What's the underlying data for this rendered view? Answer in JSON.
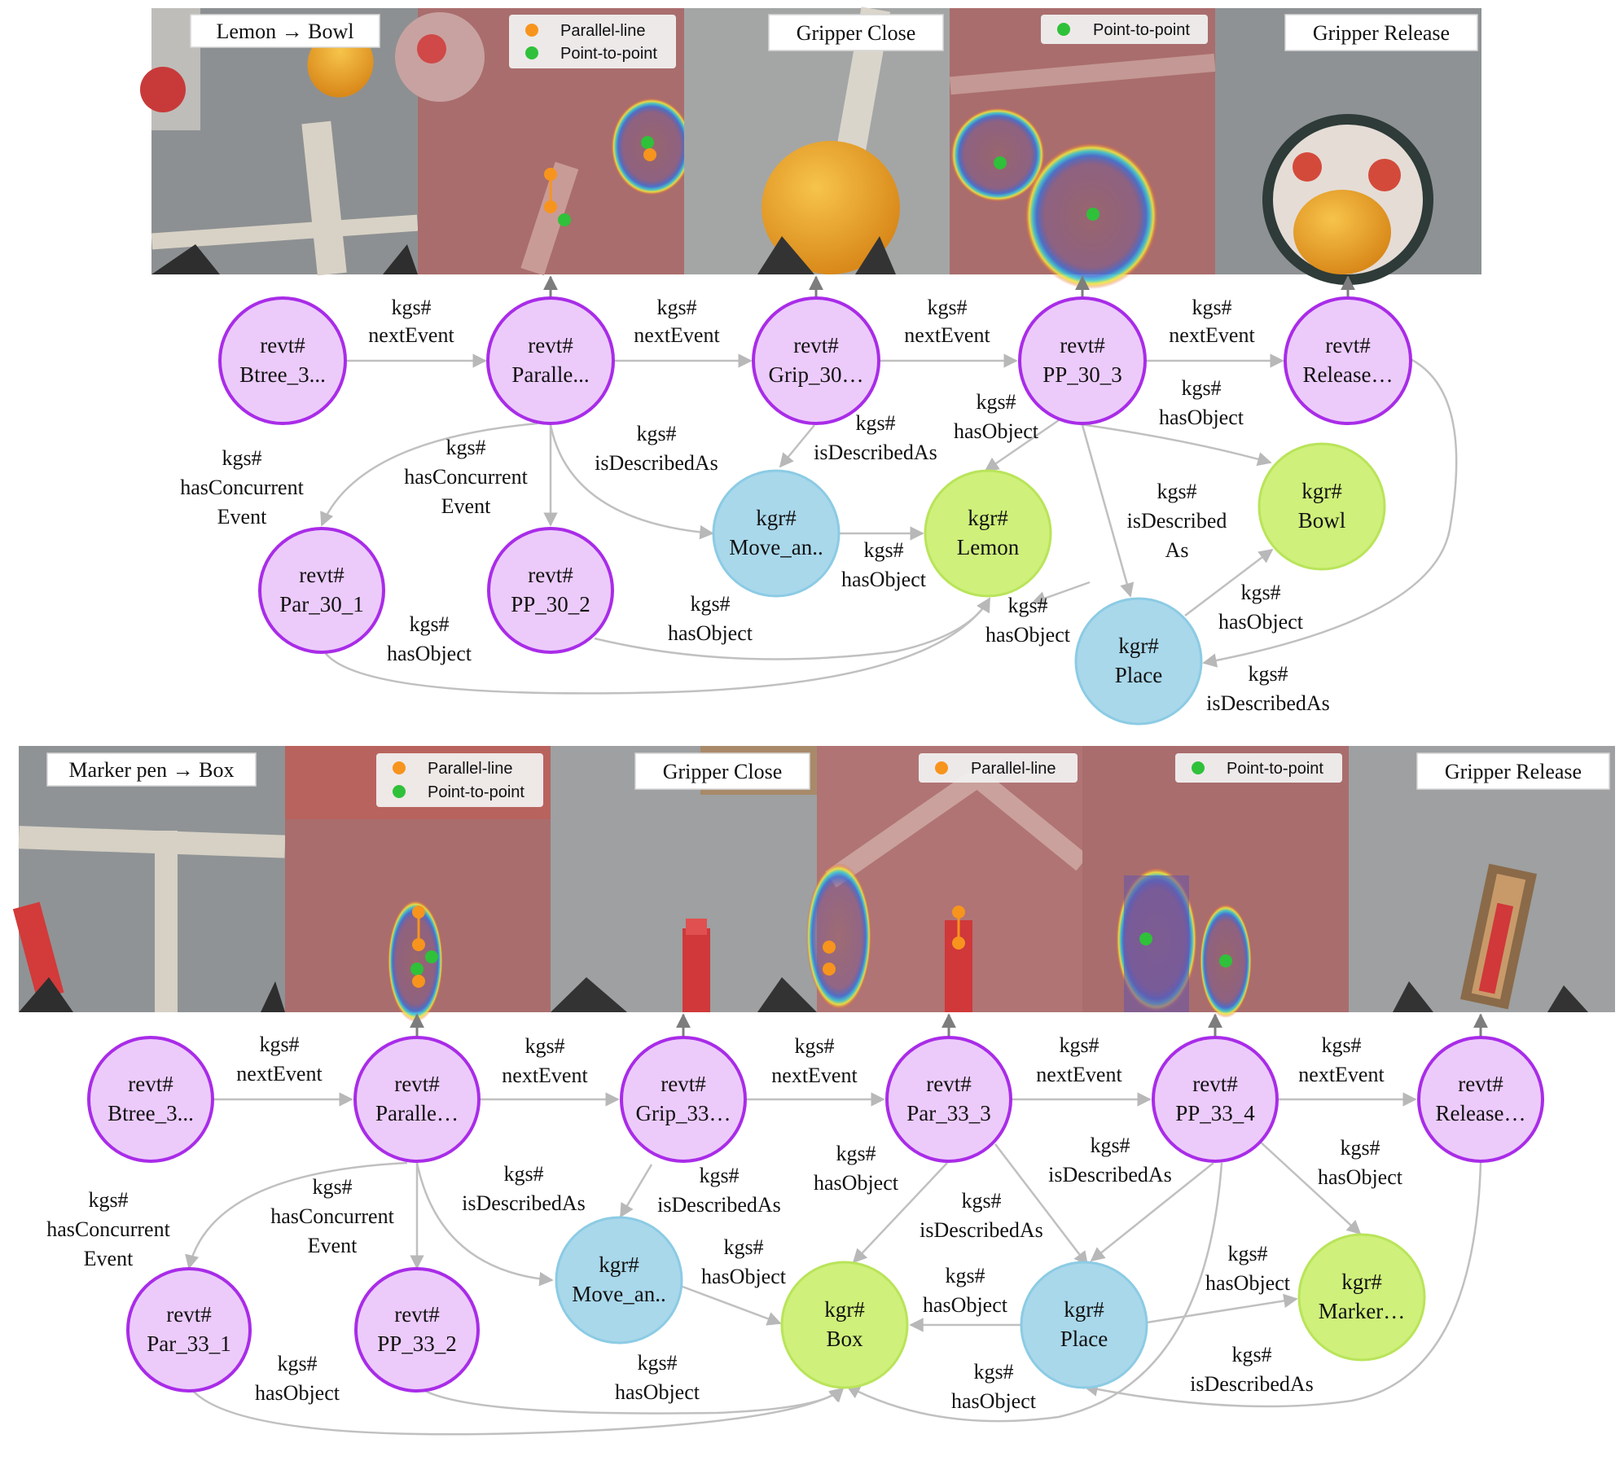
{
  "colors": {
    "event_node": "#eccbfb",
    "action_node": "#a9d8eb",
    "object_node": "#cff07a",
    "parallel_line_marker": "#f7941d",
    "point_to_point_marker": "#2fc13a",
    "edge": "#c0c0c0"
  },
  "top": {
    "panels": [
      {
        "tag": "Lemon → Bowl"
      },
      {
        "legend": [
          "Parallel-line",
          "Point-to-point"
        ]
      },
      {
        "tag": "Gripper Close"
      },
      {
        "legend": [
          "Point-to-point"
        ]
      },
      {
        "tag": "Gripper Release"
      }
    ],
    "nodes": {
      "btree": [
        "revt#",
        "Btree_3..."
      ],
      "parallel": [
        "revt#",
        "Paralle..."
      ],
      "grip": [
        "revt#",
        "Grip_30…"
      ],
      "pp3": [
        "revt#",
        "PP_30_3"
      ],
      "release": [
        "revt#",
        "Release…"
      ],
      "par1": [
        "revt#",
        "Par_30_1"
      ],
      "pp2": [
        "revt#",
        "PP_30_2"
      ],
      "move": [
        "kgr#",
        "Move_an.."
      ],
      "lemon": [
        "kgr#",
        "Lemon"
      ],
      "bowl": [
        "kgr#",
        "Bowl"
      ],
      "place": [
        "kgr#",
        "Place"
      ]
    },
    "edge_labels": {
      "next1": [
        "kgs#",
        "nextEvent"
      ],
      "next2": [
        "kgs#",
        "nextEvent"
      ],
      "next3": [
        "kgs#",
        "nextEvent"
      ],
      "next4": [
        "kgs#",
        "nextEvent"
      ],
      "conc1": [
        "kgs#",
        "hasConcurrent",
        "Event"
      ],
      "conc2": [
        "kgs#",
        "hasConcurrent",
        "Event"
      ],
      "desc_par": [
        "kgs#",
        "isDescribedAs"
      ],
      "desc_grip": [
        "kgs#",
        "isDescribedAs"
      ],
      "obj_pp3": [
        "kgs#",
        "hasObject"
      ],
      "obj_pp3_bowl": [
        "kgs#",
        "hasObject"
      ],
      "desc_pp3": [
        "kgs#",
        "isDescribed",
        "As"
      ],
      "obj_move": [
        "kgs#",
        "hasObject"
      ],
      "obj_pp2": [
        "kgs#",
        "hasObject"
      ],
      "obj_par1": [
        "kgs#",
        "hasObject"
      ],
      "obj_place_lemon": [
        "kgs#",
        "hasObject"
      ],
      "obj_place_bowl": [
        "kgs#",
        "hasObject"
      ],
      "desc_release": [
        "kgs#",
        "isDescribedAs"
      ]
    }
  },
  "bottom": {
    "panels": [
      {
        "tag": "Marker pen → Box"
      },
      {
        "legend": [
          "Parallel-line",
          "Point-to-point"
        ]
      },
      {
        "tag": "Gripper Close"
      },
      {
        "legend": [
          "Parallel-line"
        ]
      },
      {
        "legend": [
          "Point-to-point"
        ]
      },
      {
        "tag": "Gripper Release"
      }
    ],
    "nodes": {
      "btree": [
        "revt#",
        "Btree_3..."
      ],
      "parallel": [
        "revt#",
        "Paralle…"
      ],
      "grip": [
        "revt#",
        "Grip_33…"
      ],
      "par3": [
        "revt#",
        "Par_33_3"
      ],
      "pp4": [
        "revt#",
        "PP_33_4"
      ],
      "release": [
        "revt#",
        "Release…"
      ],
      "par1": [
        "revt#",
        "Par_33_1"
      ],
      "pp2": [
        "revt#",
        "PP_33_2"
      ],
      "move": [
        "kgr#",
        "Move_an.."
      ],
      "box": [
        "kgr#",
        "Box"
      ],
      "place": [
        "kgr#",
        "Place"
      ],
      "marker": [
        "kgr#",
        "Marker…"
      ]
    },
    "edge_labels": {
      "next1": [
        "kgs#",
        "nextEvent"
      ],
      "next2": [
        "kgs#",
        "nextEvent"
      ],
      "next3": [
        "kgs#",
        "nextEvent"
      ],
      "next4": [
        "kgs#",
        "nextEvent"
      ],
      "next5": [
        "kgs#",
        "nextEvent"
      ],
      "conc1": [
        "kgs#",
        "hasConcurrent",
        "Event"
      ],
      "conc2": [
        "kgs#",
        "hasConcurrent",
        "Event"
      ],
      "desc_par": [
        "kgs#",
        "isDescribedAs"
      ],
      "desc_grip": [
        "kgs#",
        "isDescribedAs"
      ],
      "obj_par3": [
        "kgs#",
        "hasObject"
      ],
      "desc_par3": [
        "kgs#",
        "isDescribedAs"
      ],
      "desc_pp4": [
        "kgs#",
        "isDescribedAs"
      ],
      "obj_pp4": [
        "kgs#",
        "hasObject"
      ],
      "obj_move": [
        "kgs#",
        "hasObject"
      ],
      "obj_place_box": [
        "kgs#",
        "hasObject"
      ],
      "obj_place_marker": [
        "kgs#",
        "hasObject"
      ],
      "obj_par1": [
        "kgs#",
        "hasObject"
      ],
      "obj_pp2": [
        "kgs#",
        "hasObject"
      ],
      "obj_low": [
        "kgs#",
        "hasObject"
      ],
      "desc_release": [
        "kgs#",
        "isDescribedAs"
      ]
    }
  }
}
